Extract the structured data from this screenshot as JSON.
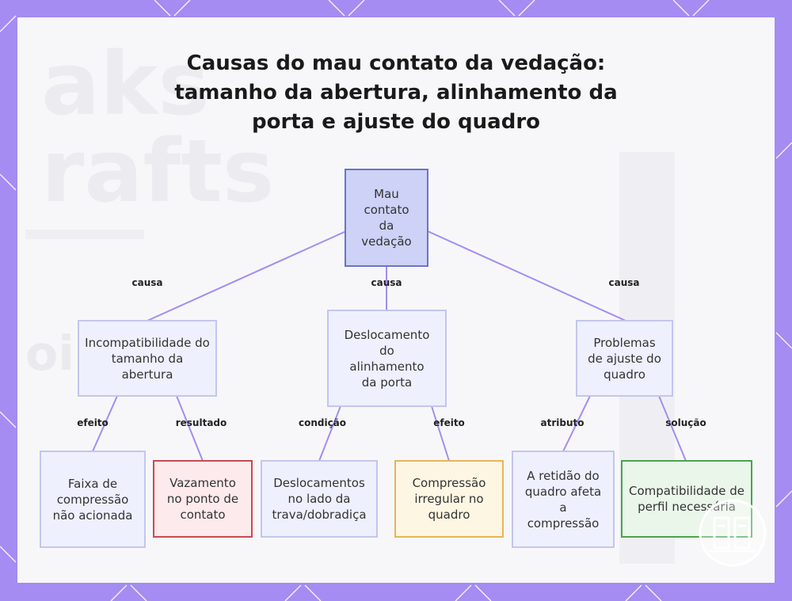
{
  "title_lines": [
    "Causas do mau contato da vedação:",
    "tamanho da abertura, alinhamento da",
    "porta e ajuste do quadro"
  ],
  "background_text": [
    "aks",
    "rafts",
    "oin"
  ],
  "colors": {
    "frame": "#a48cf2",
    "edge": "#a48cf2",
    "root_fill": "#cdd2f6",
    "root_border": "#6d72c8",
    "red_border": "#c94a52",
    "orange_border": "#e8b55a",
    "green_border": "#4aa34e"
  },
  "nodes": {
    "root": "Mau contato da vedação",
    "cause_opening": "Incompatibilidade do tamanho da abertura",
    "cause_alignment": "Deslocamento do alinhamento da porta",
    "cause_frame": "Problemas de ajuste do quadro",
    "compression_band": "Faixa de compressão não acionada",
    "contact_leak": "Vazamento no ponto de contato",
    "latch_hinge": "Deslocamentos no lado da trava/dobradiça",
    "uneven_compression": "Compressão irregular no quadro",
    "frame_straightness": "A retidão do quadro afeta a compressão",
    "profile_compat": "Compatibilidade de perfil necessária"
  },
  "edge_labels": {
    "root_opening": "causa",
    "root_alignment": "causa",
    "root_frame": "causa",
    "opening_band": "efeito",
    "opening_leak": "resultado",
    "alignment_latch": "condição",
    "alignment_uneven": "efeito",
    "frame_straight": "atributo",
    "frame_profile": "solução"
  },
  "logo_icon": "book-logo-icon"
}
